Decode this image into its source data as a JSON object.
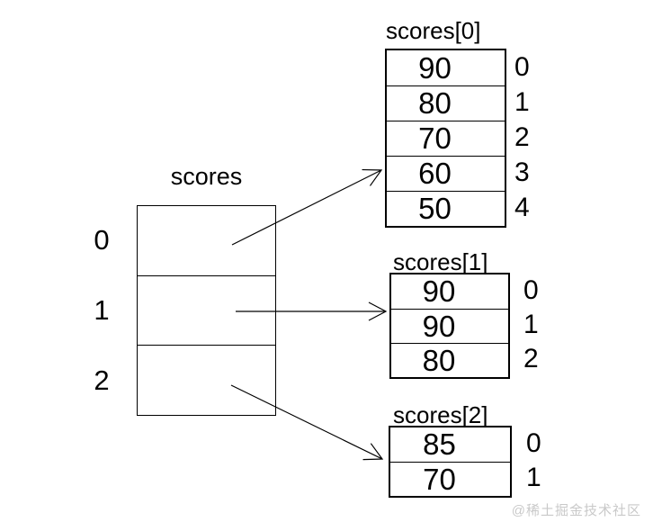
{
  "diagram": {
    "pointer_array": {
      "title": "scores",
      "indices": [
        "0",
        "1",
        "2"
      ]
    },
    "sub_arrays": [
      {
        "title": "scores[0]",
        "values": [
          "90",
          "80",
          "70",
          "60",
          "50"
        ],
        "indices": [
          "0",
          "1",
          "2",
          "3",
          "4"
        ]
      },
      {
        "title": "scores[1]",
        "values": [
          "90",
          "90",
          "80"
        ],
        "indices": [
          "0",
          "1",
          "2"
        ]
      },
      {
        "title": "scores[2]",
        "values": [
          "85",
          "70"
        ],
        "indices": [
          "0",
          "1"
        ]
      }
    ]
  },
  "watermark": {
    "text": "@稀土掘金技术社区",
    "color": "#c9c9c9"
  },
  "colors": {
    "line": "#000000",
    "background": "#ffffff",
    "text": "#000000"
  }
}
